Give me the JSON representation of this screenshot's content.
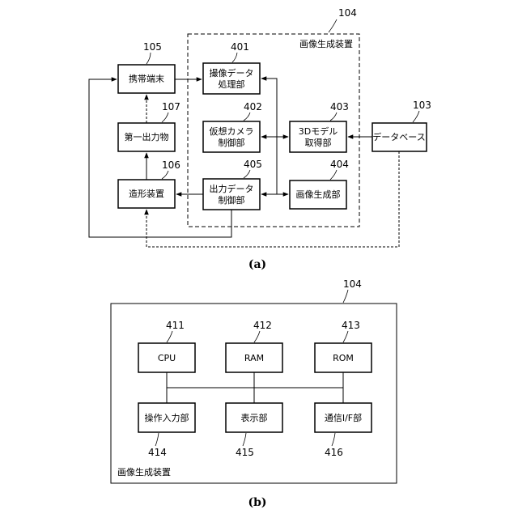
{
  "figure_a": {
    "caption": "(a)",
    "container": {
      "ref": "104",
      "label": "画像生成装置"
    },
    "blocks": {
      "portable_terminal": {
        "ref": "105",
        "label": "携帯端末"
      },
      "first_output": {
        "ref": "107",
        "label": "第一出力物"
      },
      "shaping_device": {
        "ref": "106",
        "label": "造形装置"
      },
      "imaging_data_processing": {
        "ref": "401",
        "label_lines": [
          "撮像データ",
          "処理部"
        ]
      },
      "virtual_camera_control": {
        "ref": "402",
        "label_lines": [
          "仮想カメラ",
          "制御部"
        ]
      },
      "model_acquisition": {
        "ref": "403",
        "label_lines": [
          "3Dモデル",
          "取得部"
        ]
      },
      "output_data_control": {
        "ref": "405",
        "label_lines": [
          "出力データ",
          "制御部"
        ]
      },
      "image_generation": {
        "ref": "404",
        "label": "画像生成部"
      },
      "database": {
        "ref": "103",
        "label": "データベース"
      }
    }
  },
  "figure_b": {
    "caption": "(b)",
    "container": {
      "ref": "104",
      "label": "画像生成装置"
    },
    "blocks": {
      "cpu": {
        "ref": "411",
        "label": "CPU"
      },
      "ram": {
        "ref": "412",
        "label": "RAM"
      },
      "rom": {
        "ref": "413",
        "label": "ROM"
      },
      "operation_input": {
        "ref": "414",
        "label": "操作入力部"
      },
      "display": {
        "ref": "415",
        "label": "表示部"
      },
      "communication_if": {
        "ref": "416",
        "label": "通信I/F部"
      }
    }
  }
}
